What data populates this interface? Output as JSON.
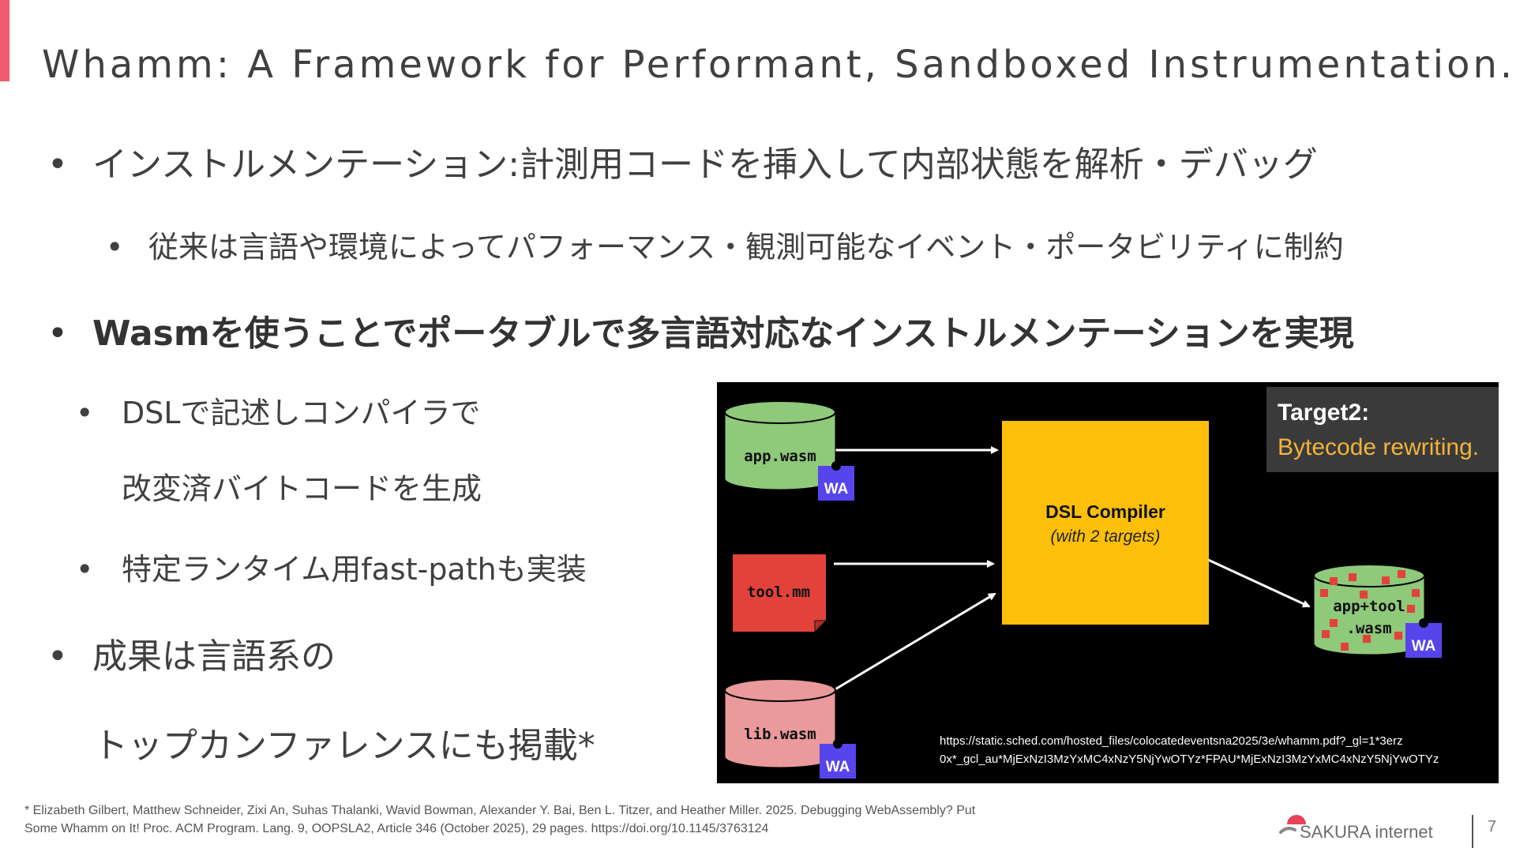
{
  "slide": {
    "title": "Whamm: A Framework for Performant, Sandboxed Instrumentation.",
    "page_number": "7",
    "accent_color": "#f05a6e"
  },
  "bullets": {
    "marker": "•",
    "b1": "インストルメンテーション:計測用コードを挿入して内部状態を解析・デバッグ",
    "b1_sub": "従来は言語や環境によってパフォーマンス・観測可能なイベント・ポータビリティに制約",
    "b2": "Wasmを使うことでポータブルで多言語対応なインストルメンテーションを実現",
    "b2_sub1_line1": "DSLで記述しコンパイラで",
    "b2_sub1_line2": "改変済バイトコードを生成",
    "b2_sub2": "特定ランタイム用fast-pathも実装",
    "b3_line1": "成果は言語系の",
    "b3_line2": "トップカンファレンスにも掲載*"
  },
  "figure": {
    "app_wasm": "app.wasm",
    "tool_mm": "tool.mm",
    "lib_wasm": "lib.wasm",
    "wa_badge": "WA",
    "compiler_title": "DSL Compiler",
    "compiler_subtitle": "(with 2 targets)",
    "output_line1": "app+tool",
    "output_line2": ".wasm",
    "target_title": "Target2:",
    "target_subtitle": "Bytecode rewriting.",
    "url_line1": "https://static.sched.com/hosted_files/colocatedeventsna2025/3e/whamm.pdf?_gl=1*3erz",
    "url_line2": "0x*_gcl_au*MjExNzI3MzYxMC4xNzY5NjYwOTYz*FPAU*MjExNzI3MzYxMC4xNzY5NjYwOTYz",
    "colors": {
      "green": "#8fc97a",
      "red": "#e2423a",
      "pink": "#ea9a9a",
      "yellow": "#fcbf0a",
      "wa_purple": "#5645ec",
      "target_orange": "#f3b33a"
    }
  },
  "footnote": {
    "line1": "* Elizabeth Gilbert, Matthew Schneider, Zixi An, Suhas Thalanki, Wavid Bowman, Alexander Y. Bai, Ben L. Titzer, and Heather Miller. 2025. Debugging WebAssembly? Put",
    "line2": "Some Whamm on It! Proc. ACM Program. Lang. 9, OOPSLA2, Article 346 (October 2025), 29 pages. https://doi.org/10.1145/3763124"
  },
  "logo": {
    "text": "SAKURA internet"
  }
}
